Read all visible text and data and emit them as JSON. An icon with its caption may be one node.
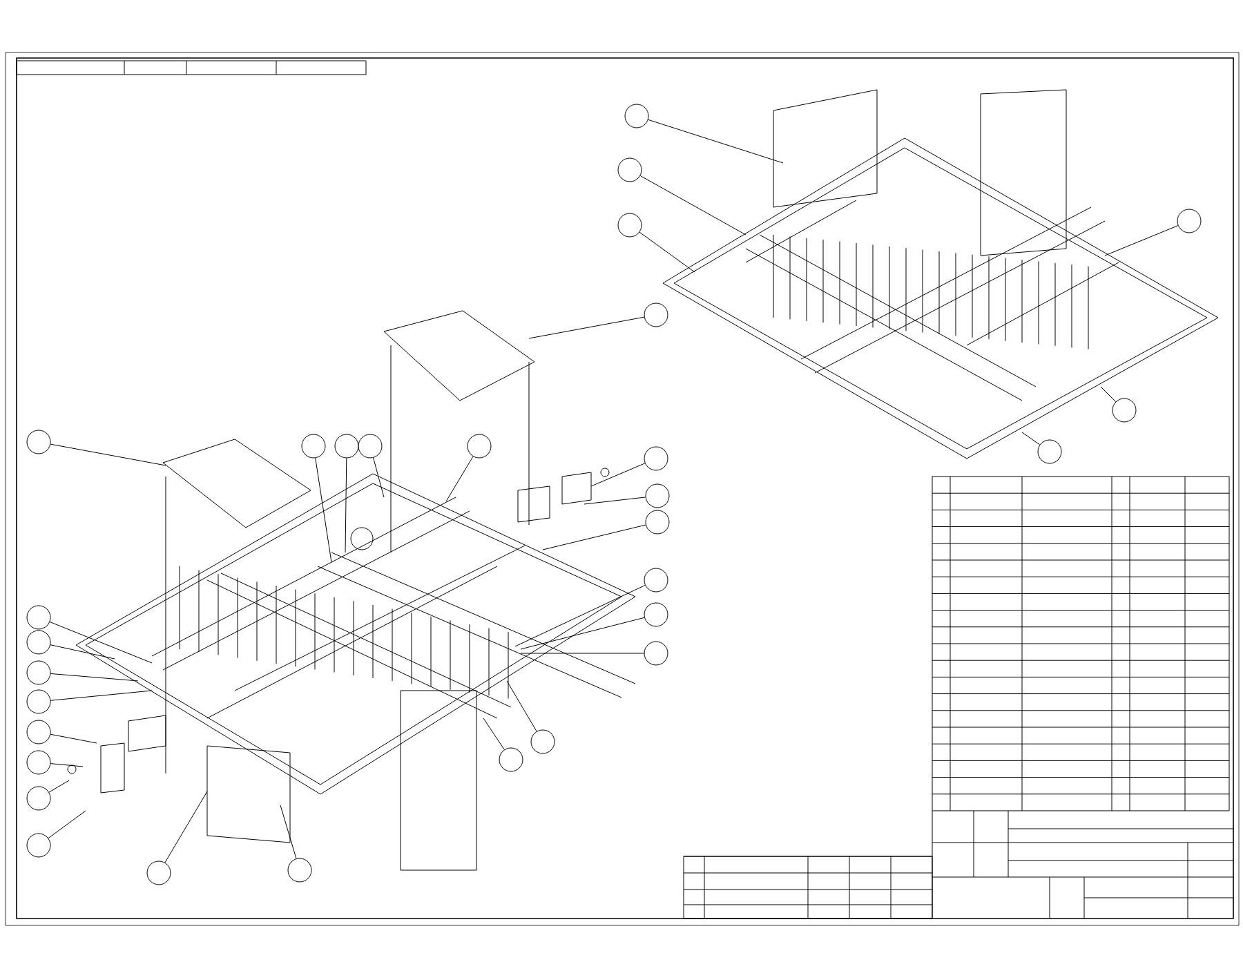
{
  "diagram": {
    "nodes": [
      {
        "text": [],
        "shape": "circle"
      },
      {
        "text": [],
        "shape": "circle"
      },
      {
        "text": [],
        "shape": "circle"
      },
      {
        "text": [],
        "shape": "circle"
      },
      {
        "text": [],
        "shape": "circle"
      },
      {
        "text": [],
        "shape": "circle"
      },
      {
        "text": [],
        "shape": "circle"
      },
      {
        "text": [],
        "shape": "circle"
      },
      {
        "text": [],
        "shape": "circle"
      },
      {
        "text": [],
        "shape": "circle"
      },
      {
        "text": [],
        "shape": "circle"
      },
      {
        "text": [],
        "shape": "circle"
      },
      {
        "text": [],
        "shape": "circle"
      },
      {
        "text": [],
        "shape": "circle"
      },
      {
        "text": [],
        "shape": "circle"
      },
      {
        "text": [],
        "shape": "circle"
      },
      {
        "text": [],
        "shape": "circle"
      },
      {
        "text": [],
        "shape": "circle"
      },
      {
        "text": [],
        "shape": "circle"
      },
      {
        "text": [],
        "shape": "circle"
      },
      {
        "text": [],
        "shape": "circle"
      },
      {
        "text": [],
        "shape": "circle"
      },
      {
        "text": [],
        "shape": "circle"
      },
      {
        "text": [],
        "shape": "circle"
      },
      {
        "text": [],
        "shape": "circle"
      },
      {
        "text": [],
        "shape": "circle"
      },
      {
        "text": [],
        "shape": "circle"
      },
      {
        "text": [],
        "shape": "circle"
      },
      {
        "text": [],
        "shape": "circle"
      },
      {
        "text": [],
        "shape": "circle"
      }
    ],
    "edges": [
      {
        "from": 0,
        "to": null,
        "arrow": "none"
      },
      {
        "from": 1,
        "to": null,
        "arrow": "none"
      },
      {
        "from": 2,
        "to": null,
        "arrow": "none"
      },
      {
        "from": 3,
        "to": null,
        "arrow": "none"
      },
      {
        "from": 4,
        "to": null,
        "arrow": "none"
      },
      {
        "from": 5,
        "to": null,
        "arrow": "none"
      },
      {
        "from": 6,
        "to": null,
        "arrow": "none"
      },
      {
        "from": 7,
        "to": null,
        "arrow": "none"
      },
      {
        "from": 8,
        "to": null,
        "arrow": "none"
      },
      {
        "from": 9,
        "to": null,
        "arrow": "none"
      },
      {
        "from": 10,
        "to": null,
        "arrow": "none"
      },
      {
        "from": 11,
        "to": null,
        "arrow": "none"
      },
      {
        "from": 12,
        "to": null,
        "arrow": "none"
      },
      {
        "from": 13,
        "to": null,
        "arrow": "none"
      },
      {
        "from": 14,
        "to": null,
        "arrow": "none"
      },
      {
        "from": 15,
        "to": null,
        "arrow": "none"
      },
      {
        "from": 16,
        "to": null,
        "arrow": "none"
      },
      {
        "from": 17,
        "to": null,
        "arrow": "none"
      },
      {
        "from": 18,
        "to": null,
        "arrow": "none"
      },
      {
        "from": 19,
        "to": null,
        "arrow": "none"
      },
      {
        "from": 20,
        "to": null,
        "arrow": "none"
      },
      {
        "from": 21,
        "to": null,
        "arrow": "none"
      },
      {
        "from": 22,
        "to": null,
        "arrow": "none"
      },
      {
        "from": 23,
        "to": null,
        "arrow": "none"
      },
      {
        "from": 24,
        "to": null,
        "arrow": "none"
      },
      {
        "from": 25,
        "to": null,
        "arrow": "none"
      },
      {
        "from": 26,
        "to": null,
        "arrow": "none"
      },
      {
        "from": 27,
        "to": null,
        "arrow": "none"
      },
      {
        "from": 28,
        "to": null,
        "arrow": "none"
      },
      {
        "from": 29,
        "to": null,
        "arrow": "none"
      }
    ]
  }
}
